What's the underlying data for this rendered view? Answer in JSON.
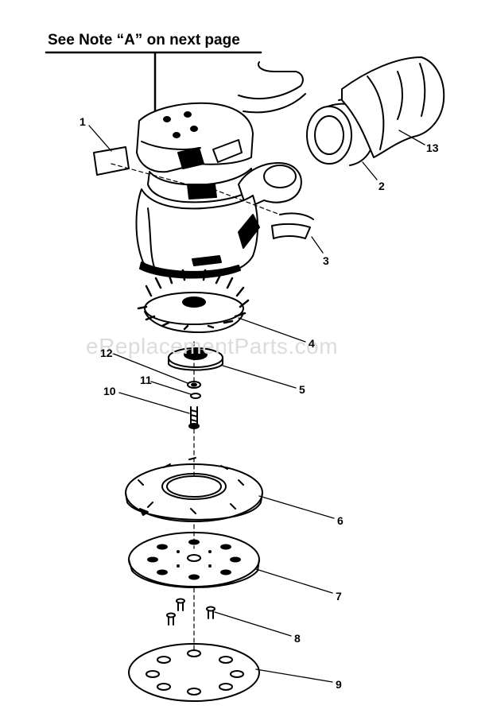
{
  "note": {
    "text": "See Note “A” on next page"
  },
  "watermark": {
    "text": "eReplacementParts.com"
  },
  "callouts": [
    "1",
    "2",
    "3",
    "4",
    "5",
    "6",
    "7",
    "8",
    "9",
    "10",
    "11",
    "12",
    "13"
  ]
}
